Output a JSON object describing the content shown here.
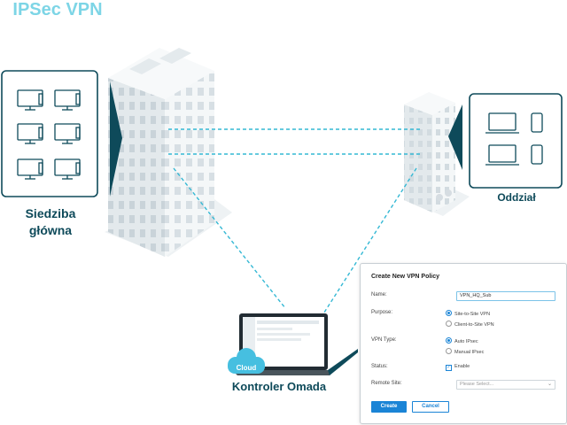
{
  "labels": {
    "headquarters_line1": "Siedziba",
    "headquarters_line2": "główna",
    "branch": "Oddział",
    "vpn": "IPSec VPN",
    "controller": "Kontroler Omada",
    "cloud": "Cloud"
  },
  "policy_form": {
    "title": "Create New VPN Policy",
    "name_label": "Name:",
    "name_value": "VPN_HQ_Sub",
    "purpose_label": "Purpose:",
    "purpose_options": [
      {
        "label": "Site-to-Site VPN",
        "selected": true
      },
      {
        "label": "Client-to-Site VPN",
        "selected": false
      }
    ],
    "vpn_type_label": "VPN Type:",
    "vpn_type_options": [
      {
        "label": "Auto IPsec",
        "selected": true
      },
      {
        "label": "Manual IPsec",
        "selected": false
      }
    ],
    "status_label": "Status:",
    "status_checkbox": "Enable",
    "remote_site_label": "Remote Site:",
    "remote_site_placeholder": "Please Select...",
    "create_button": "Create",
    "cancel_button": "Cancel"
  },
  "colors": {
    "accent_dark": "#0e4a5a",
    "accent_light": "#7dd5e6",
    "button_blue": "#1a84d6",
    "building": "#e9eef1"
  }
}
